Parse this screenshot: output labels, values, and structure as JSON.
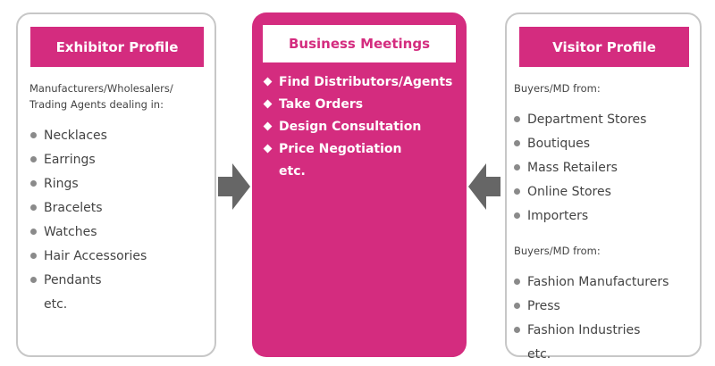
{
  "exhibitor": {
    "title": "Exhibitor Profile",
    "intro": "Manufacturers/Wholesalers/ Trading Agents dealing in:",
    "items": [
      "Necklaces",
      "Earrings",
      "Rings",
      "Bracelets",
      "Watches",
      "Hair Accessories",
      "Pendants"
    ],
    "etc": "etc."
  },
  "meetings": {
    "title": "Business Meetings",
    "items": [
      "Find Distributors/Agents",
      "Take Orders",
      "Design Consultation",
      "Price Negotiation"
    ],
    "etc": "etc."
  },
  "visitor": {
    "title": "Visitor Profile",
    "intro1": "Buyers/MD from:",
    "items1": [
      "Department Stores",
      "Boutiques",
      "Mass Retailers",
      "Online Stores",
      "Importers"
    ],
    "intro2": "Buyers/MD from:",
    "items2": [
      "Fashion Manufacturers",
      "Press",
      "Fashion Industries"
    ],
    "etc": "etc."
  },
  "colors": {
    "accent": "#d42c7f",
    "border": "#c7c7c7",
    "arrow": "#666666"
  },
  "icons": [
    "bullet-dot-icon",
    "diamond-bullet-icon",
    "arrow-right-icon",
    "arrow-left-icon"
  ]
}
